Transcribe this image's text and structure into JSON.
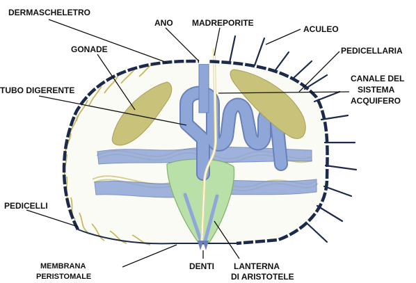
{
  "labels": {
    "dermascheletro": "DERMASCHELETRO",
    "ano": "ANO",
    "madreporite": "MADREPORITE",
    "aculeo": "ACULEO",
    "gonade": "GONADE",
    "pedicellaria": "PEDICELLARIA",
    "canale_line1": "CANALE DEL",
    "canale_line2": "SISTEMA",
    "canale_line3": "ACQUIFERO",
    "tubo_digerente": "TUBO DIGERENTE",
    "pedicelli": "PEDICELLI",
    "membrana_line1": "MEMBRANA",
    "membrana_line2": "PERISTOMALE",
    "denti": "DENTI",
    "lanterna_line1": "LANTERNA",
    "lanterna_line2": "DI ARISTOTELE"
  },
  "colors": {
    "gonad": "#c9c27a",
    "gut": "#8fa6d8",
    "lantern": "#b8e0a8",
    "water_canal": "#e8dc9a",
    "shell": "#1b2a4a"
  }
}
